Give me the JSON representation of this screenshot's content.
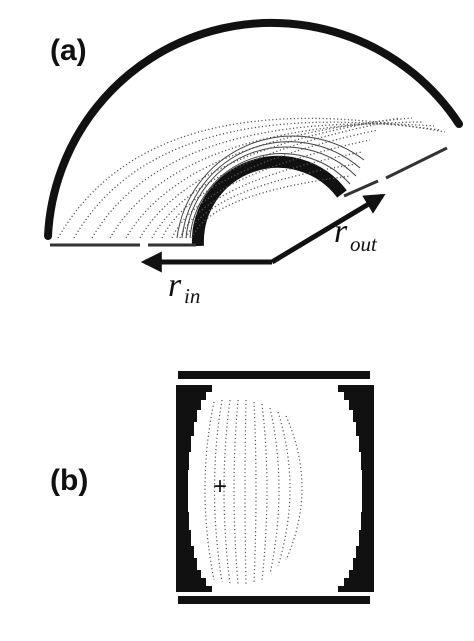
{
  "figure": {
    "panel_a": {
      "label": "(a)",
      "r_in_symbol": "r",
      "r_in_subscript": "in",
      "r_out_symbol": "r",
      "r_out_subscript": "out"
    },
    "panel_b": {
      "label": "(b)",
      "center_marker": "+"
    },
    "colors": {
      "ink": "#111111",
      "field_lines": "#555555",
      "background": "#ffffff"
    }
  }
}
